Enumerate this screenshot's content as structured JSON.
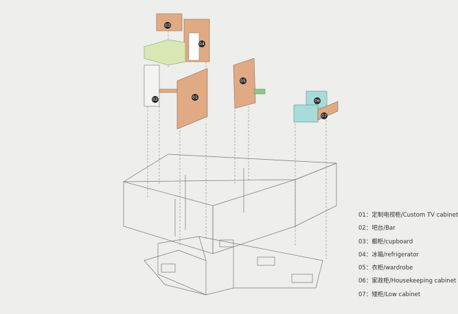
{
  "legend": [
    {
      "num": "01",
      "label": "定制电视柜/Custom TV cabinet"
    },
    {
      "num": "02",
      "label": "吧台/Bar"
    },
    {
      "num": "03",
      "label": "橱柜/cupboard"
    },
    {
      "num": "04",
      "label": "冰箱/refrigerator"
    },
    {
      "num": "05",
      "label": "衣柜/wardrobe"
    },
    {
      "num": "06",
      "label": "家政柜/Housekeeping cabinet"
    },
    {
      "num": "07",
      "label": "矮柜/Low cabinet"
    }
  ],
  "colors": {
    "wood": "#e0aa84",
    "green": "#d8e7b3",
    "cyan": "#a8dcd8",
    "line": "#8a8a8a"
  }
}
